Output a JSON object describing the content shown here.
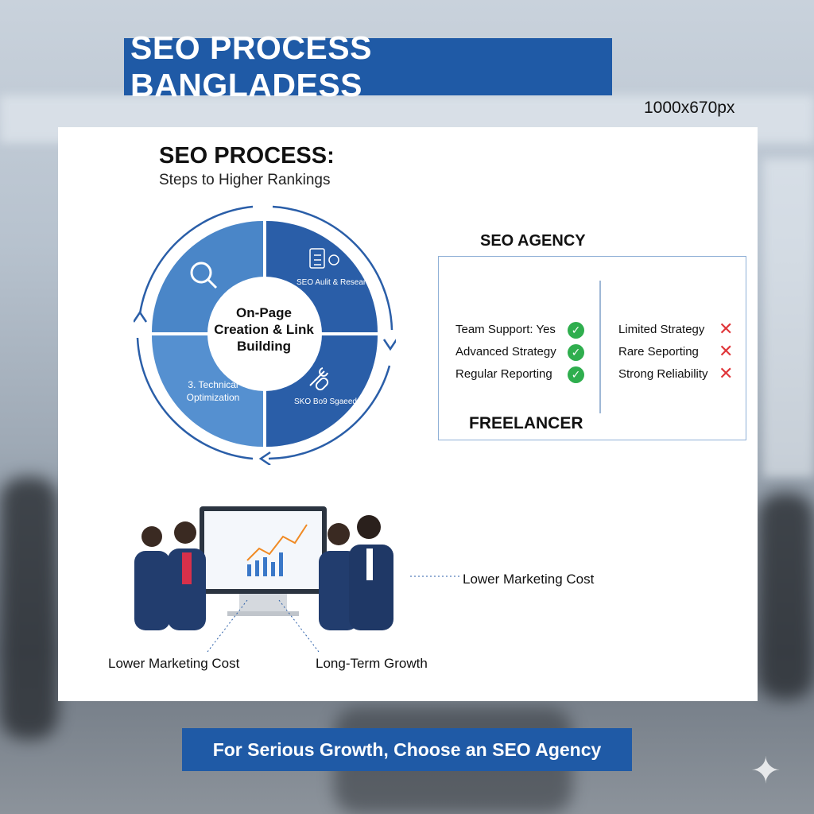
{
  "header": {
    "title": "SEO PROCESS BANGLADESS",
    "size_label": "1000x670px"
  },
  "process": {
    "title": "SEO PROCESS:",
    "subtitle": "Steps to Higher Rankings",
    "center": "On-Page Creation & Link Building",
    "segments": [
      {
        "label": "",
        "icon": "magnifier-icon",
        "color": "#4a86c8"
      },
      {
        "label": "SEO Aulit & Research",
        "icon": "clipboard-gear-icon",
        "color": "#2a5ea8"
      },
      {
        "label": "SKO Bo9 Sgaeed",
        "icon": "wrench-link-icon",
        "color": "#2a5ea8"
      },
      {
        "label": "3. Technical Optimization",
        "icon": "",
        "color": "#4a86c8"
      }
    ]
  },
  "comparison": {
    "agency_title": "SEO AGENCY",
    "freelancer_title": "FREELANCER",
    "agency_items": [
      "Team Support: Yes",
      "Advanced Strategy",
      "Regular Reporting"
    ],
    "freelancer_items": [
      "Limited Strategy",
      "Rare Seporting",
      "Strong Reliability"
    ],
    "check_color": "#2fae4e",
    "cross_color": "#e0363a"
  },
  "benefits": {
    "right": "Lower Marketing Cost",
    "left": "Lower Marketing Cost",
    "middle": "Long-Term Growth"
  },
  "footer": {
    "cta": "For Serious Growth, Choose an SEO Agency"
  },
  "colors": {
    "brand": "#1f5aa6"
  }
}
